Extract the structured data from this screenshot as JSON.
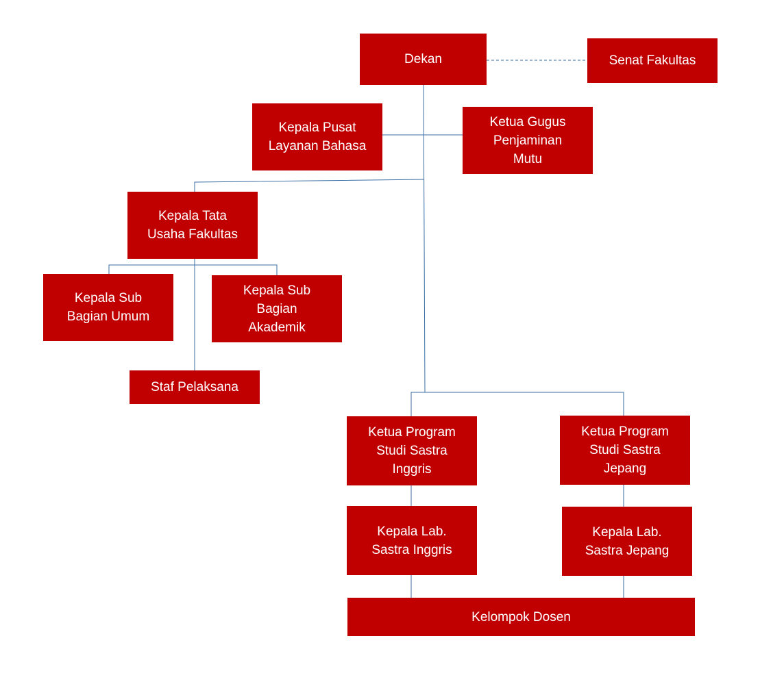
{
  "colors": {
    "box_fill": "#c00000",
    "box_text": "#ffffff",
    "connector": "#3a6ea5"
  },
  "nodes": {
    "dekan": "Dekan",
    "senat": "Senat Fakultas",
    "pusat_bahasa": "Kepala Pusat\nLayanan Bahasa",
    "gugus_mutu": "Ketua Gugus\nPenjaminan\nMutu",
    "tata_usaha": "Kepala Tata\nUsaha Fakultas",
    "sub_umum": "Kepala Sub\nBagian Umum",
    "sub_akademik": "Kepala Sub\nBagian\nAkademik",
    "staf": "Staf Pelaksana",
    "prodi_inggris": "Ketua Program\nStudi Sastra\nInggris",
    "prodi_jepang": "Ketua Program\nStudi Sastra\nJepang",
    "lab_inggris": "Kepala Lab.\nSastra Inggris",
    "lab_jepang": "Kepala Lab.\nSastra Jepang",
    "dosen": "Kelompok Dosen"
  },
  "relations": [
    {
      "from": "dekan",
      "to": "senat",
      "style": "dashed"
    },
    {
      "from": "dekan",
      "to": "pusat_bahasa",
      "style": "solid"
    },
    {
      "from": "dekan",
      "to": "gugus_mutu",
      "style": "solid"
    },
    {
      "from": "dekan",
      "to": "tata_usaha",
      "style": "solid"
    },
    {
      "from": "tata_usaha",
      "to": "sub_umum",
      "style": "solid"
    },
    {
      "from": "tata_usaha",
      "to": "sub_akademik",
      "style": "solid"
    },
    {
      "from": "tata_usaha",
      "to": "staf",
      "style": "solid"
    },
    {
      "from": "dekan",
      "to": "prodi_inggris",
      "style": "solid"
    },
    {
      "from": "dekan",
      "to": "prodi_jepang",
      "style": "solid"
    },
    {
      "from": "prodi_inggris",
      "to": "lab_inggris",
      "style": "solid"
    },
    {
      "from": "prodi_jepang",
      "to": "lab_jepang",
      "style": "solid"
    },
    {
      "from": "lab_inggris",
      "to": "dosen",
      "style": "solid"
    },
    {
      "from": "lab_jepang",
      "to": "dosen",
      "style": "solid"
    }
  ]
}
